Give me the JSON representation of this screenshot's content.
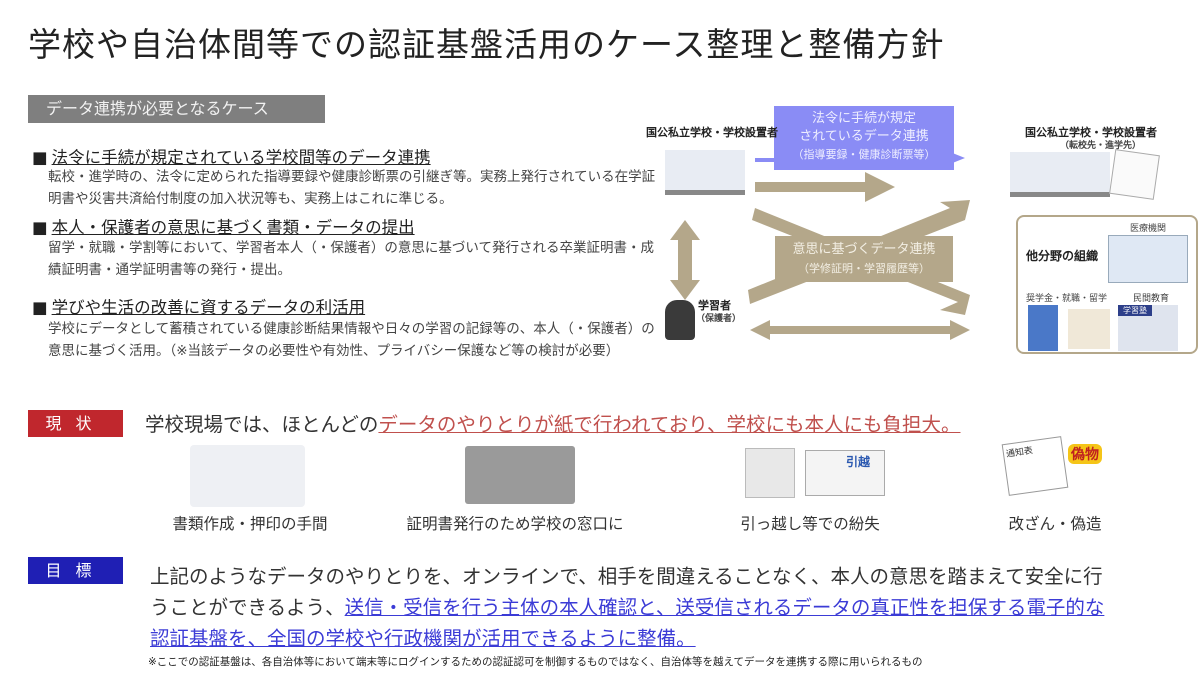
{
  "title": "学校や自治体間等での認証基盤活用のケース整理と整備方針",
  "cases": {
    "header": "データ連携が必要となるケース",
    "items": [
      {
        "heading": "法令に手続が規定されている学校間等のデータ連携",
        "body": "転校・進学時の、法令に定められた指導要録や健康診断票の引継ぎ等。実務上発行されている在学証明書や災害共済給付制度の加入状況等も、実務上はこれに準じる。"
      },
      {
        "heading": "本人・保護者の意思に基づく書類・データの提出",
        "body": "留学・就職・学割等において、学習者本人（・保護者）の意思に基づいて発行される卒業証明書・成績証明書・通学証明書等の発行・提出。"
      },
      {
        "heading": "学びや生活の改善に資するデータの利活用",
        "body": "学校にデータとして蓄積されている健康診断結果情報や日々の学習の記録等の、本人（・保護者）の意思に基づく活用。（※当該データの必要性や有効性、プライバシー保護など等の検討が必要）"
      }
    ]
  },
  "diagram": {
    "source_school": "国公私立学校・学校設置者",
    "dest_school": "国公私立学校・学校設置者",
    "dest_sub": "（転校先・進学先）",
    "learner": "学習者",
    "learner_sub": "（保護者）",
    "legal_box": [
      "法令に手続が規定",
      "されているデータ連携",
      "（指導要録・健康診断票等）"
    ],
    "will_box": [
      "意思に基づくデータ連携",
      "（学修証明・学習履歴等）"
    ],
    "other_org": "他分野の組織",
    "medical": "医療機関",
    "scholarship": "奨学金・就職・留学",
    "private_edu": "民間教育",
    "juku_sign": "学習塾"
  },
  "status": {
    "tag": "現状",
    "text_plain": "学校現場では、ほとんどの",
    "text_emph": "データのやりとりが紙で行われており、学校にも本人にも負担大。",
    "captions": [
      "書類作成・押印の手間",
      "証明書発行のため学校の窓口に",
      "引っ越し等での紛失",
      "改ざん・偽造"
    ],
    "truck_label": "引越",
    "forgery_label": "偽物",
    "report_label": "通知表"
  },
  "goal": {
    "tag": "目標",
    "line1": "上記のようなデータのやりとりを、オンラインで、相手を間違えることなく、本人の意思を踏まえて安全に行",
    "line2_plain": "うことができるよう、",
    "line2_emph": "送信・受信を行う主体の本人確認と、送受信されるデータの真正性を担保する電子的な",
    "line3_emph": "認証基盤を、全国の学校や行政機関が活用できるように整備。",
    "footnote": "※ここでの認証基盤は、各自治体等において端末等にログインするための認証認可を制御するものではなく、自治体等を越えてデータを連携する際に用いられるもの"
  },
  "colors": {
    "status_tag": "#c0272d",
    "goal_tag": "#1f1fb4",
    "legal_arrow": "#8a8cf5",
    "will_arrow": "#b4a78a",
    "emph_red": "#c0504d",
    "emph_blue": "#3b3bd6"
  }
}
